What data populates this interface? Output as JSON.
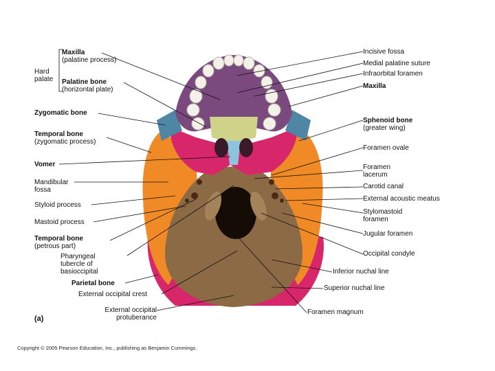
{
  "diagram": {
    "left_labels": {
      "hard_palate": [
        "Hard",
        "palate"
      ],
      "maxilla_title": "Maxilla",
      "maxilla_sub": "(palatine process)",
      "palatine_title": "Palatine bone",
      "palatine_sub": "(horizontal plate)",
      "zygomatic": "Zygomatic bone",
      "temporal_zyg_title": "Temporal bone",
      "temporal_zyg_sub": "(zygomatic process)",
      "vomer": "Vomer",
      "mandibular": [
        "Mandibular",
        "fossa"
      ],
      "styloid": "Styloid process",
      "mastoid": "Mastoid process",
      "temporal_pet_title": "Temporal bone",
      "temporal_pet_sub": "(petrous part)",
      "pharyngeal": [
        "Pharyngeal",
        "tubercle of",
        "basioccipital"
      ],
      "parietal": "Parietal bone",
      "ext_occ_crest": "External occipital crest",
      "ext_occ_prot": [
        "External occipital",
        "protuberance"
      ]
    },
    "right_labels": {
      "incisive": "Incisive fossa",
      "medial_palatine": "Medial palatine suture",
      "infraorbital": "Infraorbital foramen",
      "maxilla": "Maxilla",
      "sphenoid_title": "Sphenoid bone",
      "sphenoid_sub": "(greater wing)",
      "foramen_ovale": "Foramen ovale",
      "foramen_lacerum": [
        "Foramen",
        "lacerum"
      ],
      "carotid": "Carotid canal",
      "ext_acoustic": "External acoustic meatus",
      "stylomastoid": [
        "Stylomastoid",
        "foramen"
      ],
      "jugular": "Jugular foramen",
      "occipital_condyle": "Occipital condyle",
      "inferior_nuchal": "Inferior nuchal line",
      "superior_nuchal": "Superior nuchal line",
      "foramen_magnum": "Foramen magnum"
    },
    "panel_label": "(a)",
    "copyright": "Copyright © 2005 Pearson Education, Inc., publishing as Benjamin Cummings.",
    "colors": {
      "maxilla": "#7a4a7e",
      "palatine": "#cfd38a",
      "vomer": "#8ec3de",
      "sphenoid": "#d8266a",
      "temporal": "#f08a26",
      "zygomatic": "#4f86a4",
      "occipital": "#8b6a45",
      "parietal": "#d8266a",
      "teeth": "#f3f1ea"
    }
  }
}
